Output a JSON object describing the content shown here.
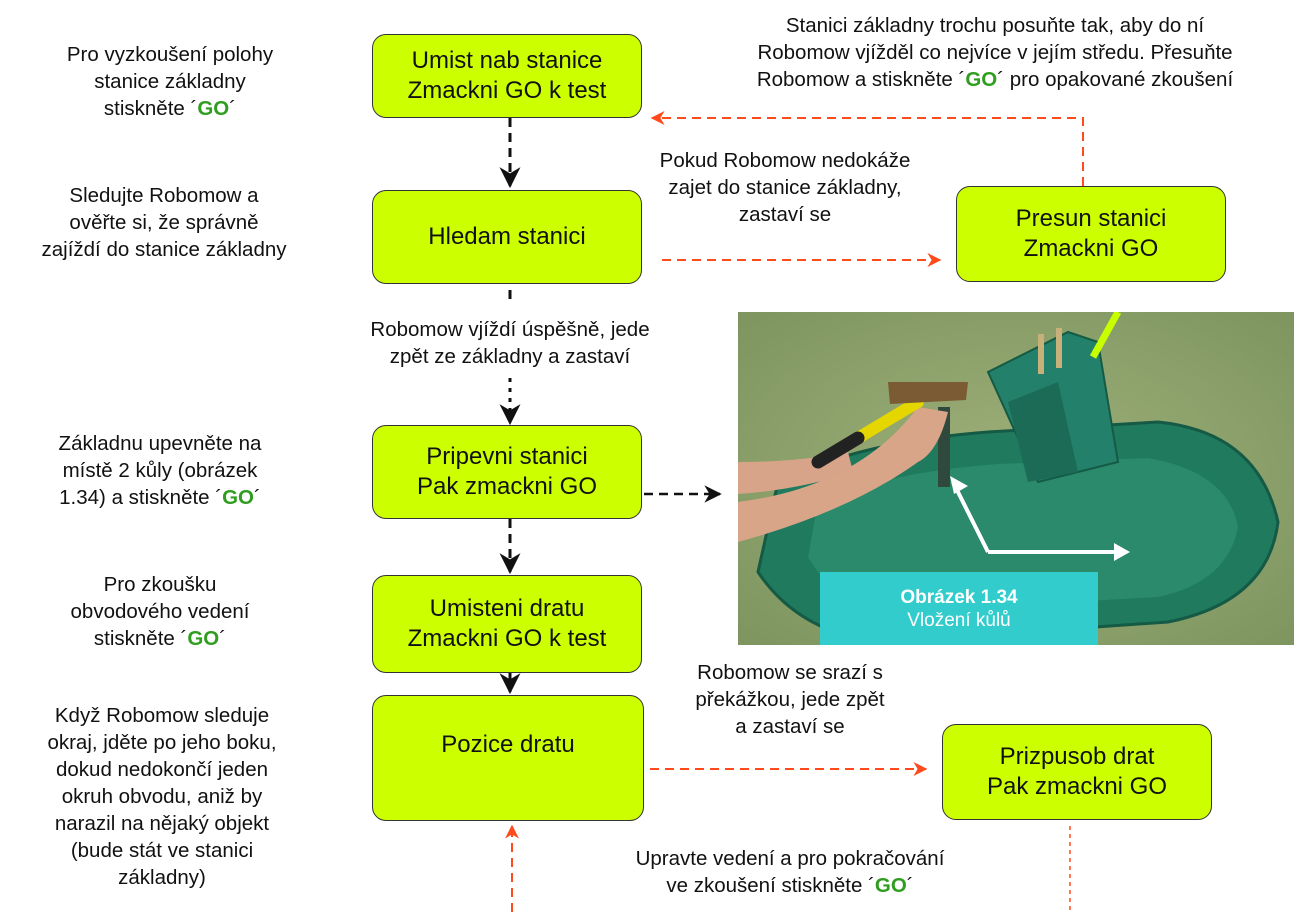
{
  "boxes": {
    "umist": [
      "Umist nab stanice",
      "Zmackni GO k test"
    ],
    "hledam": [
      "Hledam stanici"
    ],
    "presun": [
      "Presun stanici",
      "Zmackni GO"
    ],
    "pripevni": [
      "Pripevni stanici",
      "Pak zmackni GO"
    ],
    "umisteni": [
      "Umisteni dratu",
      "Zmackni GO k test"
    ],
    "pozice": [
      "Pozice dratu"
    ],
    "prizpusob": [
      "Prizpusob drat",
      "Pak zmackni GO"
    ]
  },
  "notes": {
    "left1": {
      "lines": [
        "Pro vyzkoušení polohy",
        "stanice základny",
        "stiskněte "
      ],
      "go_prefix": "´",
      "go": "GO",
      "go_suffix": "´"
    },
    "left2": [
      "Sledujte Robomow a",
      "ověřte si, že správně",
      "zajíždí do stanice základny"
    ],
    "left3": {
      "lines": [
        "Základnu upevněte na",
        "místě 2 kůly (obrázek",
        "1.34) a stiskněte "
      ],
      "go_prefix": "´",
      "go": "GO",
      "go_suffix": "´"
    },
    "left4": {
      "lines": [
        "Pro zkoušku",
        "obvodového vedení",
        "stiskněte "
      ],
      "go_prefix": "´",
      "go": "GO",
      "go_suffix": "´"
    },
    "left5": [
      "Když Robomow sleduje",
      "okraj, jděte po jeho boku,",
      "dokud nedokončí jeden",
      "okruh obvodu, aniž by",
      "narazil na nějaký objekt",
      "(bude stát ve stanici",
      "základny)"
    ],
    "topright": {
      "line1": "Stanici základny trochu posuňte tak, aby do ní",
      "line2": "Robomow vjížděl co nejvíce v jejím středu. Přesuňte",
      "line3_pre": "Robomow a stiskněte ",
      "go_prefix": "´",
      "go": "GO",
      "go_suffix": "´",
      "line3_post": " pro opakované zkoušení"
    },
    "pokud": [
      "Pokud Robomow nedokáže",
      "zajet do stanice základny,",
      "zastaví se"
    ],
    "vyjizdi": [
      "Robomow vjíždí úspěšně, jede",
      "zpět ze základny a zastaví"
    ],
    "srazi": [
      "Robomow se srazí s",
      "překážkou, jede zpět",
      "a zastaví se"
    ],
    "upravte": {
      "line1": "Upravte vedení a pro pokračování",
      "line2_pre": "ve zkoušení stiskněte ",
      "go_prefix": "´",
      "go": "GO",
      "go_suffix": "´"
    }
  },
  "caption": {
    "title": "Obrázek 1.34",
    "subtitle": "Vložení kůlů"
  },
  "colors": {
    "box_fill": "#ccff00",
    "arrow_black": "#111111",
    "arrow_orange": "#ff4a1c",
    "go_green": "#2f9e1f",
    "caption_bg": "#33cccc"
  }
}
